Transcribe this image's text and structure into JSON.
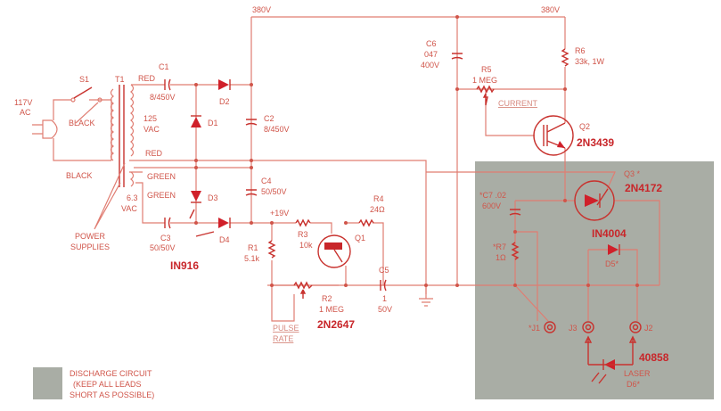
{
  "rails": {
    "top_left": "380V",
    "top_right": "380V",
    "mid": "+19V"
  },
  "input": {
    "voltage": "117V",
    "type": "AC",
    "switch": "S1",
    "transformer": "T1",
    "wire_black1": "BLACK",
    "wire_black2": "BLACK",
    "wire_red1": "RED",
    "wire_red2": "RED",
    "wire_green1": "GREEN",
    "wire_green2": "GREEN",
    "hv_secondary": "125",
    "hv_secondary_unit": "VAC",
    "lv_secondary": "6.3",
    "lv_secondary_unit": "VAC",
    "power_supplies_1": "POWER",
    "power_supplies_2": "SUPPLIES"
  },
  "components": {
    "C1": {
      "name": "C1",
      "value": "8/450V"
    },
    "C2": {
      "name": "C2",
      "value": "8/450V"
    },
    "C3": {
      "name": "C3",
      "value": "50/50V"
    },
    "C4": {
      "name": "C4",
      "value": "50/50V"
    },
    "C5": {
      "name": "C5",
      "value": "1",
      "value2": "50V"
    },
    "C6": {
      "name": "C6",
      "value": "047",
      "value2": "400V"
    },
    "C7": {
      "name": "*C7 .02",
      "value": "600V"
    },
    "D1": "D1",
    "D2": "D2",
    "D3": "D3",
    "D4": "D4",
    "diode_part": "IN916",
    "D5": {
      "name": "D5*",
      "part": "IN4004"
    },
    "D6": {
      "name": "D6*",
      "type": "LASER",
      "part": "40858"
    },
    "R1": {
      "name": "R1",
      "value": "5.1k"
    },
    "R2": {
      "name": "R2",
      "value": "1 MEG",
      "control1": "PULSE",
      "control2": "RATE"
    },
    "R3": {
      "name": "R3",
      "value": "10k"
    },
    "R4": {
      "name": "R4",
      "value": "24Ω"
    },
    "R5": {
      "name": "R5",
      "value": "1 MEG",
      "control": "CURRENT"
    },
    "R6": {
      "name": "R6",
      "value": "33k, 1W"
    },
    "R7": {
      "name": "*R7",
      "value": "1Ω"
    },
    "Q1": {
      "name": "Q1",
      "part": "2N2647"
    },
    "Q2": {
      "name": "Q2",
      "part": "2N3439"
    },
    "Q3": {
      "name": "Q3 *",
      "part": "2N4172"
    },
    "J1": "*J1",
    "J2": "J2",
    "J3": "J3"
  },
  "legend": {
    "line1": "DISCHARGE CIRCUIT",
    "line2": "(KEEP ALL LEADS",
    "line3": "SHORT AS POSSIBLE)",
    "color": "#a9ada5"
  },
  "colors": {
    "wire": "#e07d72",
    "component": "#c8262a"
  }
}
